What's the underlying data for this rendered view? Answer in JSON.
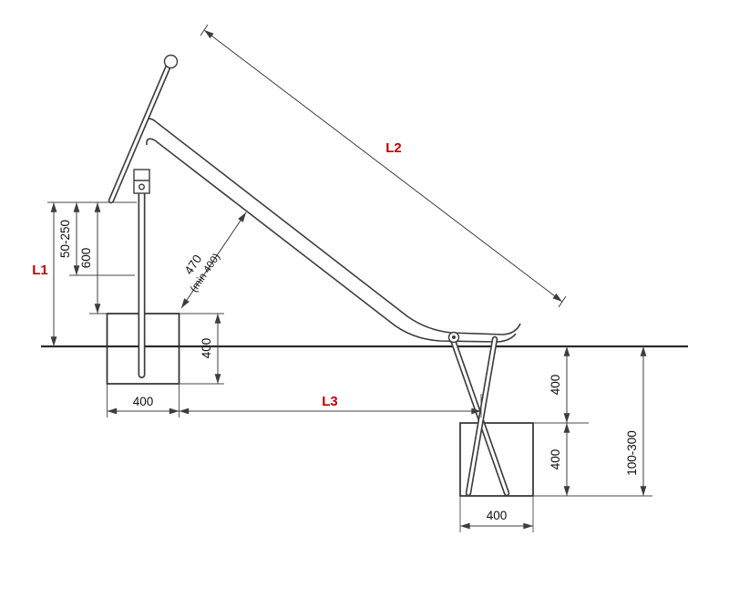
{
  "colors": {
    "accent": "#c00000"
  },
  "labels": {
    "l1": "L1",
    "l2": "L2",
    "l3": "L3"
  },
  "dims": {
    "handrail_height_range": "50-250",
    "post_height": "600",
    "clearance_value": "470",
    "clearance_min": "(min 400)",
    "left_block_depth": "400",
    "left_block_width": "400",
    "right_embed_depth": "400",
    "right_block_depth": "400",
    "cover_depth_range": "100-300",
    "right_block_width": "400"
  }
}
